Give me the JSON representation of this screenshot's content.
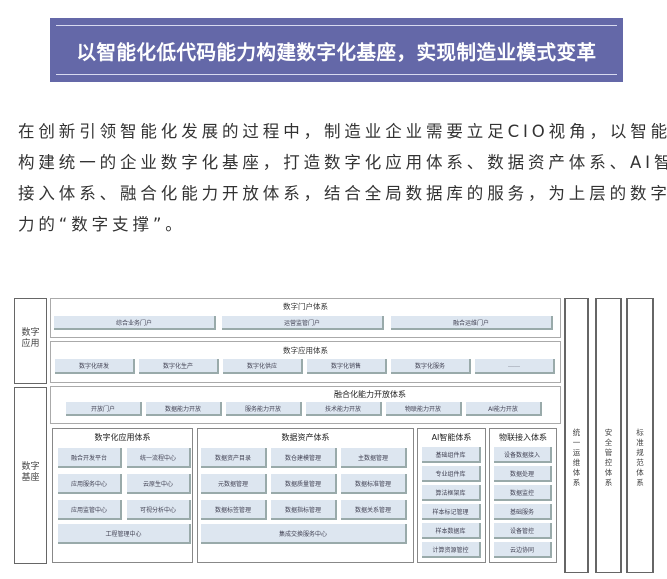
{
  "title": "以智能化低代码能力构建数字化基座，实现制造业模式变革",
  "paragraph": [
    "在创新引领智能化发展的过程中，制造业企业需要立足CIO视角，以智能化低代码能力",
    "构建统一的企业数字化基座，打造数字化应用体系、数据资产体系、AI智能体系、物联",
    "接入体系、融合化能力开放体系，结合全局数据库的服务，为上层的数字应用提供全能",
    "力的“数字支撑”。"
  ],
  "diagram": {
    "left_labels": [
      "数字\n应用",
      "数字\n基座"
    ],
    "portal": {
      "title": "数字门户体系",
      "items": [
        "综合业务门户",
        "运营监管门户",
        "融合运维门户"
      ]
    },
    "apps": {
      "title": "数字应用体系",
      "items": [
        "数字化研发",
        "数字化生产",
        "数字化供应",
        "数字化销售",
        "数字化服务",
        "……"
      ]
    },
    "open": {
      "title": "融合化能力开放体系",
      "items": [
        "开放门户",
        "数据能力开放",
        "服务能力开放",
        "技术能力开放",
        "物联能力开放",
        "AI能力开放"
      ]
    },
    "digital_app": {
      "title": "数字化应用体系",
      "items": [
        "融合开发平台",
        "统一流程中心",
        "应用服务中心",
        "云原生中心",
        "应用监管中心",
        "可视分析中心",
        "工程管理中心"
      ]
    },
    "data_asset": {
      "title": "数据资产体系",
      "items": [
        "数据资产目录",
        "数仓建模管理",
        "主数据管理",
        "元数据管理",
        "数据质量管理",
        "数据标准管理",
        "数据标签管理",
        "数据指标管理",
        "数据关系管理",
        "集成交换服务中心"
      ]
    },
    "ai": {
      "title": "AI智能体系",
      "items": [
        "基础组件库",
        "专业组件库",
        "算法框架库",
        "样本标记管理",
        "样本数据库",
        "计算资源管控"
      ]
    },
    "iot": {
      "title": "物联接入体系",
      "items": [
        "设备数据接入",
        "数据处理",
        "数据监控",
        "基础服务",
        "设备管控",
        "云边协同"
      ]
    },
    "right": [
      "统一运维体系",
      "安全管控体系",
      "标准规范体系"
    ]
  }
}
